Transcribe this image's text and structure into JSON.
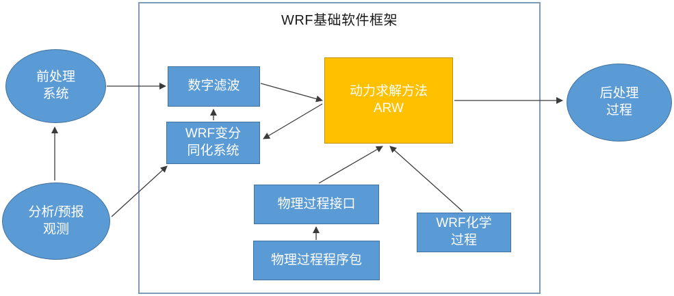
{
  "frame": {
    "title": "WRF基础软件框架"
  },
  "nodes": {
    "preprocess": {
      "label": "前处理\n系统",
      "shape": "ellipse"
    },
    "analysis": {
      "label": "分析/预报\n观测",
      "shape": "ellipse"
    },
    "digital_filter": {
      "label": "数字滤波",
      "shape": "rect"
    },
    "wrf_var": {
      "label": "WRF变分\n同化系统",
      "shape": "rect"
    },
    "arw": {
      "label": "动力求解方法\nARW",
      "shape": "rect"
    },
    "phys_interface": {
      "label": "物理过程接口",
      "shape": "rect"
    },
    "phys_package": {
      "label": "物理过程程序包",
      "shape": "rect"
    },
    "wrf_chem": {
      "label": "WRF化学\n过程",
      "shape": "rect"
    },
    "postprocess": {
      "label": "后处理\n过程",
      "shape": "ellipse"
    }
  },
  "edges": [
    {
      "from": "analysis",
      "to": "preprocess"
    },
    {
      "from": "preprocess",
      "to": "digital_filter"
    },
    {
      "from": "analysis",
      "to": "wrf_var"
    },
    {
      "from": "wrf_var",
      "to": "digital_filter"
    },
    {
      "from": "digital_filter",
      "to": "arw"
    },
    {
      "from": "arw",
      "to": "wrf_var"
    },
    {
      "from": "phys_interface",
      "to": "arw"
    },
    {
      "from": "wrf_chem",
      "to": "arw"
    },
    {
      "from": "phys_package",
      "to": "phys_interface"
    },
    {
      "from": "arw",
      "to": "postprocess"
    }
  ],
  "colors": {
    "node_fill_blue": "#5B9BD5",
    "node_border_blue": "#41719C",
    "node_fill_orange": "#FFC000",
    "node_border_orange": "#BF9000",
    "frame_border": "#7E9CB9",
    "arrow": "#3B3B3B",
    "title_text": "#1A1A1A",
    "node_text": "#FFFFFF"
  }
}
